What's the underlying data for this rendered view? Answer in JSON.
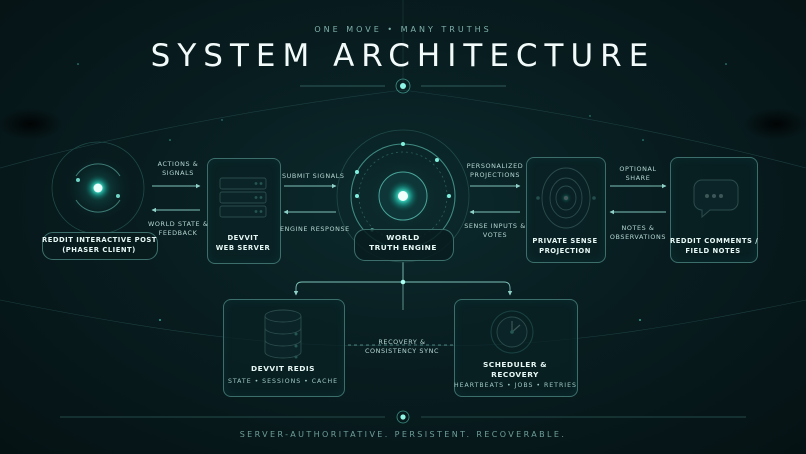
{
  "header": {
    "tagline": "ONE MOVE • MANY TRUTHS",
    "title": "SYSTEM ARCHITECTURE"
  },
  "nodes": {
    "client": {
      "label_line1": "REDDIT INTERACTIVE POST",
      "label_line2": "(PHASER CLIENT)"
    },
    "server": {
      "label_line1": "DEVVIT",
      "label_line2": "WEB SERVER"
    },
    "engine": {
      "label_line1": "WORLD",
      "label_line2": "TRUTH ENGINE"
    },
    "projection": {
      "label_line1": "PRIVATE SENSE",
      "label_line2": "PROJECTION"
    },
    "comments": {
      "label_line1": "REDDIT COMMENTS /",
      "label_line2": "FIELD NOTES"
    },
    "redis": {
      "label": "DEVVIT REDIS",
      "sub": "STATE • SESSIONS • CACHE"
    },
    "scheduler": {
      "label_line1": "SCHEDULER &",
      "label_line2": "RECOVERY",
      "sub": "HEARTBEATS • JOBS • RETRIES"
    }
  },
  "edges": {
    "client_to_server": {
      "line1": "ACTIONS &",
      "line2": "SIGNALS"
    },
    "server_to_client": {
      "line1": "WORLD STATE &",
      "line2": "FEEDBACK"
    },
    "server_to_engine": {
      "line1": "SUBMIT SIGNALS"
    },
    "engine_to_server": {
      "line1": "ENGINE RESPONSE"
    },
    "engine_to_projection": {
      "line1": "PERSONALIZED",
      "line2": "PROJECTIONS"
    },
    "projection_to_engine": {
      "line1": "SENSE INPUTS &",
      "line2": "VOTES"
    },
    "projection_to_comments": {
      "line1": "OPTIONAL",
      "line2": "SHARE"
    },
    "comments_to_projection": {
      "line1": "NOTES &",
      "line2": "OBSERVATIONS"
    },
    "redis_scheduler": {
      "line1": "RECOVERY &",
      "line2": "CONSISTENCY SYNC"
    }
  },
  "footer": {
    "text": "SERVER-AUTHORITATIVE. PERSISTENT. RECOVERABLE."
  },
  "colors": {
    "background": "#06171a",
    "accent": "#3fe0c8",
    "line": "#4f8f8a",
    "border": "#3c6f6c"
  }
}
